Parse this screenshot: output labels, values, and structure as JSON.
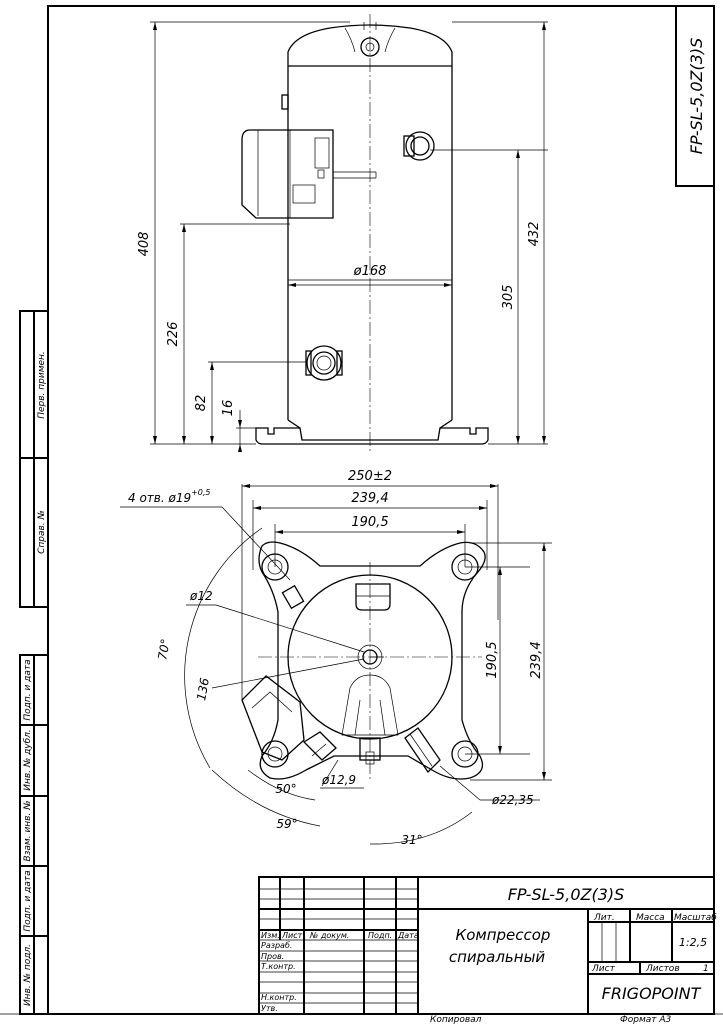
{
  "title_block": {
    "model_top": "FP-SL-5,0Z(3)S",
    "model": "FP-SL-5,0Z(3)S",
    "name_line1": "Компрессор",
    "name_line2": "спиральный",
    "company": "FRIGOPOINT",
    "scale": "1:2,5",
    "sheets_count": "1",
    "copied": "Копировал",
    "format": "Формат   А3",
    "headers": {
      "lit": "Лит.",
      "mass": "Масса",
      "scale": "Масштаб",
      "sheet": "Лист",
      "sheets": "Листов"
    },
    "columns": {
      "izm": "Изм.",
      "list": "Лист",
      "doc": "№ докум.",
      "sign": "Подп.",
      "date": "Дата"
    },
    "roles": {
      "develop": "Разраб.",
      "check": "Пров.",
      "tcontrol": "Т.контр.",
      "ncontrol": "Н.контр.",
      "approve": "Утв."
    }
  },
  "side_stamp": {
    "perv_primen": "Перв. примен.",
    "sprav": "Справ. №",
    "podp_data_1": "Подп. и дата",
    "inv_dubl": "Инв. № дубл.",
    "vzam_inv": "Взам. инв. №",
    "podp_data_2": "Подп. и дата",
    "inv_podl": "Инв. № подл."
  },
  "front_view_dims": {
    "height_total": "408",
    "height_right": "432",
    "diameter": "ø168",
    "h305": "305",
    "h226": "226",
    "h82": "82",
    "h16": "16"
  },
  "top_view_dims": {
    "base_width": "250±2",
    "w239": "239,4",
    "w190": "190,5",
    "holes_label": "4 отв. ø19",
    "holes_tol": "+0,5",
    "d12": "ø12",
    "angle70": "70°",
    "r136": "136",
    "v190": "190,5",
    "v239": "239,4",
    "angle50": "50°",
    "d129": "ø12,9",
    "angle59": "59°",
    "d2235": "ø22,35",
    "angle31": "31°"
  },
  "icons": [
    "suction-fitting-icon",
    "discharge-fitting-icon",
    "terminal-box-icon"
  ]
}
